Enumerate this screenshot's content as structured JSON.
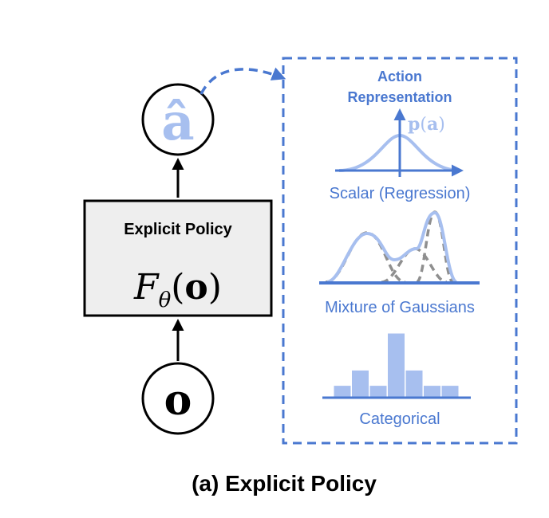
{
  "caption": "(a) Explicit Policy",
  "output_node": {
    "symbol": "â"
  },
  "policy_box": {
    "title": "Explicit Policy",
    "formula": {
      "F": "F",
      "subscript": "θ",
      "lparen": "(",
      "o": "o",
      "rparen": ")"
    }
  },
  "input_node": {
    "symbol": "o"
  },
  "panel": {
    "title_line1": "Action",
    "title_line2": "Representation",
    "scalar": {
      "axis_label": {
        "p": "p",
        "lparen": "(",
        "a": "a",
        "rparen": ")"
      },
      "label": "Scalar (Regression)"
    },
    "mixture": {
      "label": "Mixture of Gaussians"
    },
    "categorical": {
      "label": "Categorical",
      "bar_levels": [
        0.18,
        0.42,
        0.18,
        1.0,
        0.42,
        0.18,
        0.18
      ]
    }
  },
  "colors": {
    "accent_blue": "#4a78d0",
    "light_blue": "#a7bfef",
    "box_fill": "#eeeeee",
    "dashed_gray": "#8f8f8f",
    "ink": "#000000"
  }
}
